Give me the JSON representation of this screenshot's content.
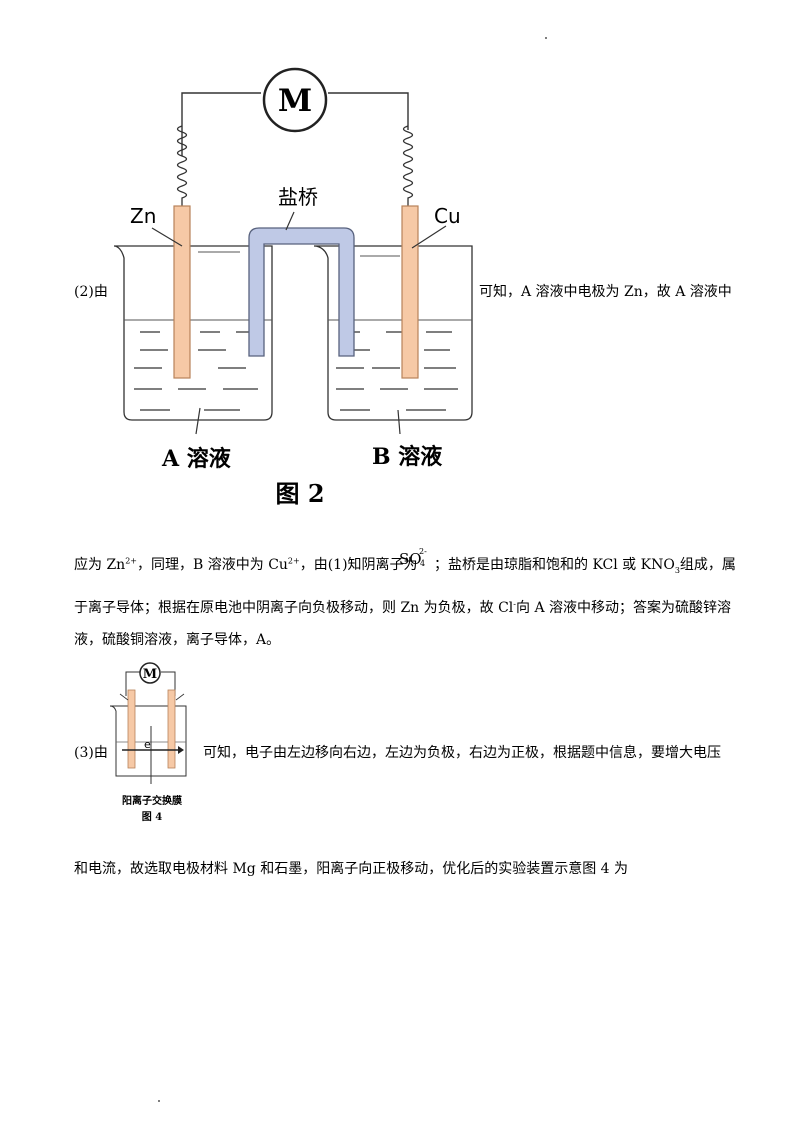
{
  "q2": {
    "lead": "(2)由",
    "after_figure": "可知，A 溶液中电极为 Zn，故 A 溶液中",
    "line2_a": "应为 Zn",
    "line2_a_sup": "2+",
    "line2_b": "，同理，B 溶液中为 Cu",
    "line2_b_sup": "2+",
    "line2_c": "，由(1)知阴离子为",
    "so4_base": "SO",
    "so4_sup": "2-",
    "so4_sub": "4",
    "line2_d": "；盐桥是由琼脂和饱和的 KCl 或 KNO",
    "line2_d_sub": "3",
    "line2_e": "组成，属",
    "line3_a": "于离子导体；根据在原电池中阴离子向负极移动，则 Zn 为负极，故 Cl",
    "line3_a_sup": "-",
    "line3_b": "向 A 溶液中移动；答案为硫酸锌溶",
    "line4": "液，硫酸铜溶液，离子导体，A。"
  },
  "figure2": {
    "meter": "M",
    "left_electrode": "Zn",
    "right_electrode": "Cu",
    "salt_bridge": "盐桥",
    "left_solution": "A 溶液",
    "right_solution": "B 溶液",
    "caption": "图 2"
  },
  "q3": {
    "lead": "(3)由",
    "after_figure": "可知，电子由左边移向右边，左边为负极，右边为正极，根据题中信息，要增大电压",
    "line2": "和电流，故选取电极材料 Mg 和石墨，阳离子向正极移动，优化后的实验装置示意图 4 为"
  },
  "figure4": {
    "meter": "M",
    "electron": "e",
    "membrane_label": "阳离子交换膜",
    "caption": "图 4"
  }
}
